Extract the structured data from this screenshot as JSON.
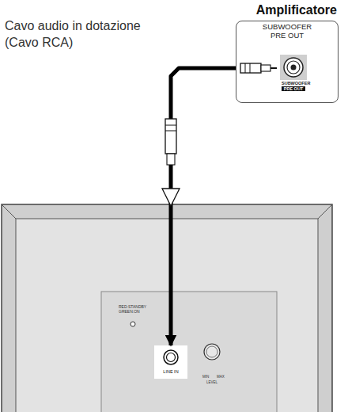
{
  "diagram": {
    "nodes": [
      {
        "text": [
          "Amplificatore",
          "SUBWOOFER PRE OUT"
        ]
      },
      {
        "text": [
          "LINE IN"
        ]
      }
    ],
    "edges": [
      {
        "from": 0,
        "to": 1,
        "arrow": "to"
      }
    ],
    "labels": [
      "Cavo audio in dotazione",
      "(Cavo RCA)",
      "SUBWOOFER",
      "PRE OUT",
      "RED:STANDBY GREEN:ON",
      "MIN",
      "MAX",
      "LEVEL"
    ]
  }
}
